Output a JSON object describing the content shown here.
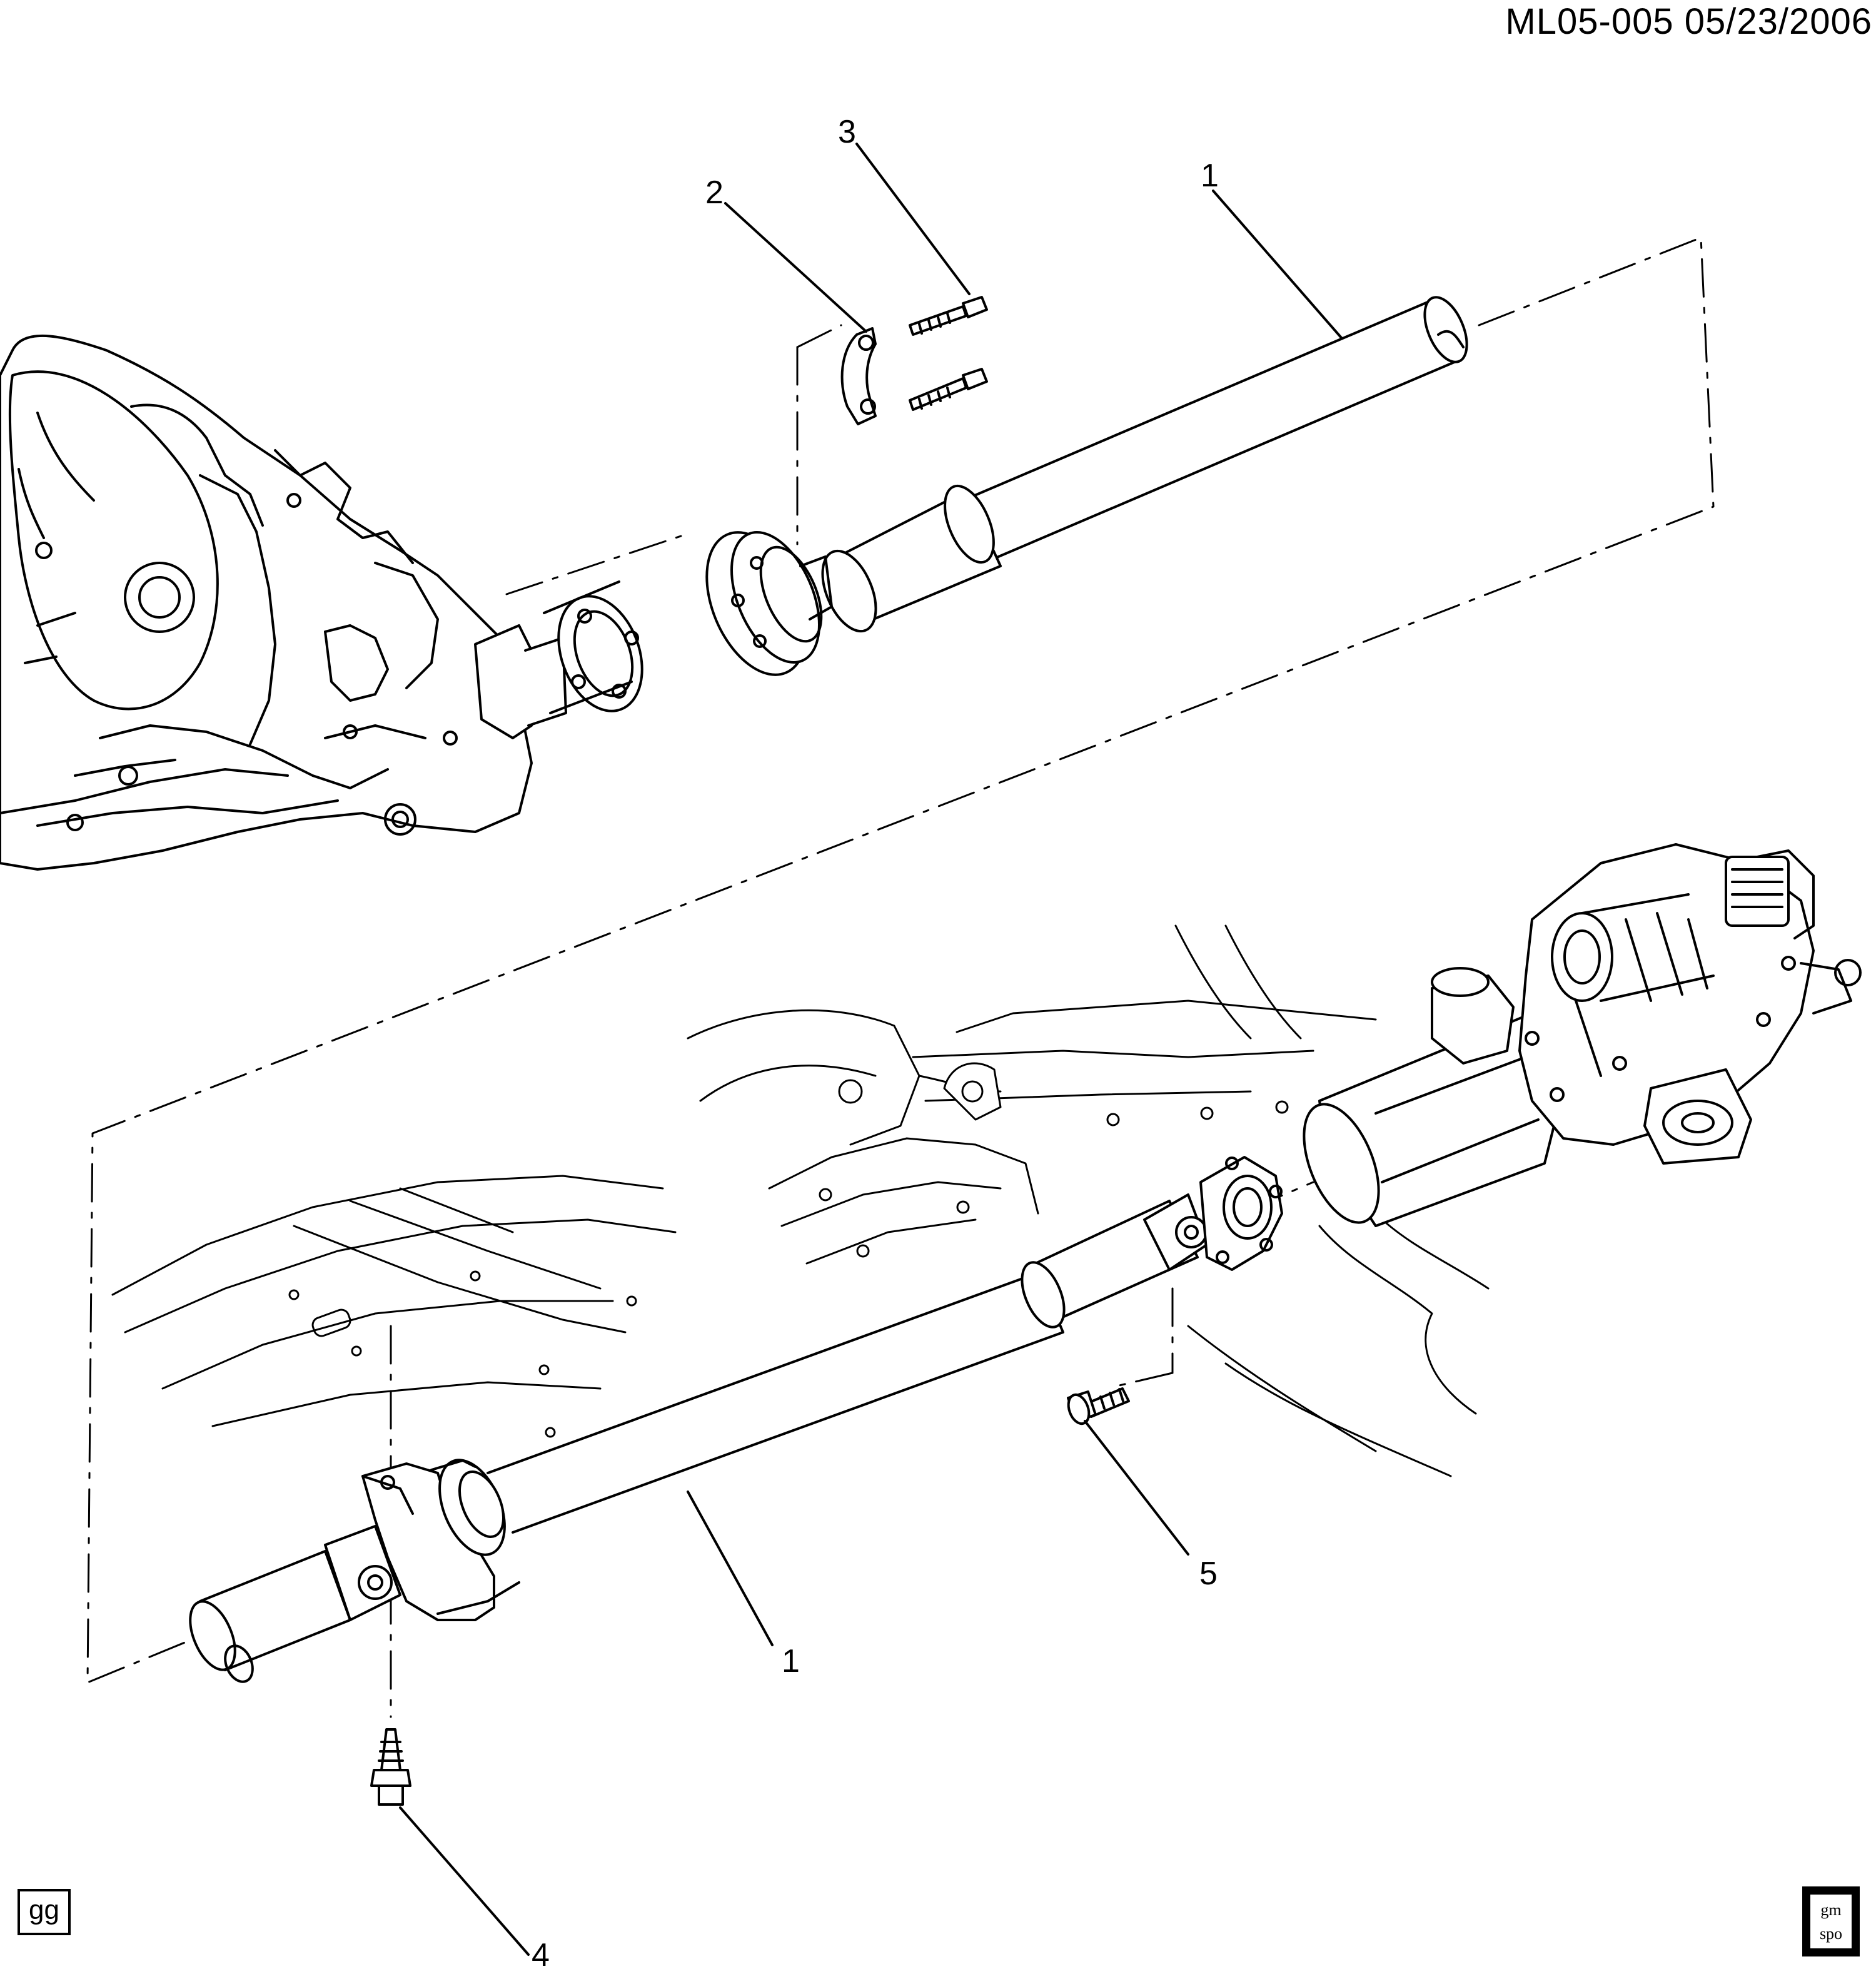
{
  "header": {
    "code": "ML05-005  05/23/2006"
  },
  "callouts": [
    {
      "id": "c1a",
      "text": "1"
    },
    {
      "id": "c2",
      "text": "2"
    },
    {
      "id": "c3",
      "text": "3"
    },
    {
      "id": "c1b",
      "text": "1"
    },
    {
      "id": "c4",
      "text": "4"
    },
    {
      "id": "c5",
      "text": "5"
    }
  ],
  "footer": {
    "artist_tag": "gg",
    "logo_top": "gm",
    "logo_bottom": "spo"
  },
  "icons": [
    "transmission-icon",
    "rear-differential-icon",
    "propeller-shaft-icon",
    "center-bearing-icon",
    "bolt-icon",
    "gm-spo-logo-icon"
  ]
}
